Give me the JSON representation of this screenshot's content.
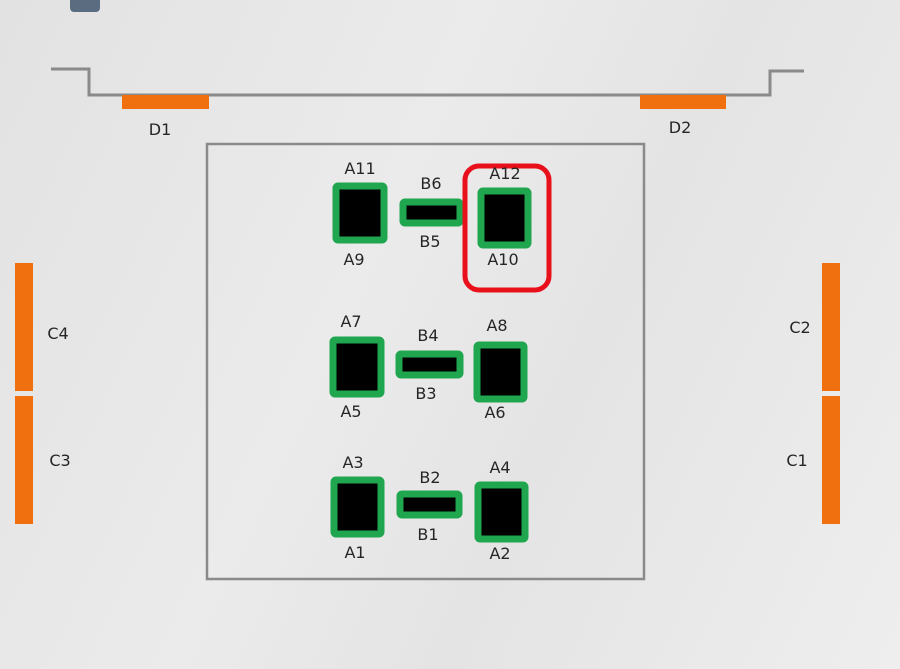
{
  "diagram": {
    "doors": [
      {
        "id": "door-1",
        "label": "D1"
      },
      {
        "id": "door-2",
        "label": "D2"
      }
    ],
    "wall_units": [
      {
        "id": "wall-unit-c4",
        "label": "C4"
      },
      {
        "id": "wall-unit-c3",
        "label": "C3"
      },
      {
        "id": "wall-unit-c2",
        "label": "C2"
      },
      {
        "id": "wall-unit-c1",
        "label": "C1"
      }
    ],
    "rows": [
      {
        "left_top": "A11",
        "left_bottom": "A9",
        "link_top": "B6",
        "link_bottom": "B5",
        "right_top": "A12",
        "right_bottom": "A10"
      },
      {
        "left_top": "A7",
        "left_bottom": "A5",
        "link_top": "B4",
        "link_bottom": "B3",
        "right_top": "A8",
        "right_bottom": "A6"
      },
      {
        "left_top": "A3",
        "left_bottom": "A1",
        "link_top": "B2",
        "link_bottom": "B1",
        "right_top": "A4",
        "right_bottom": "A2"
      }
    ],
    "highlighted": "A12",
    "colors": {
      "orange": "#f07010",
      "green": "#1fa64f",
      "black": "#000000",
      "highlight_red": "#e8101a",
      "outline_gray": "#8a8a8a"
    }
  }
}
